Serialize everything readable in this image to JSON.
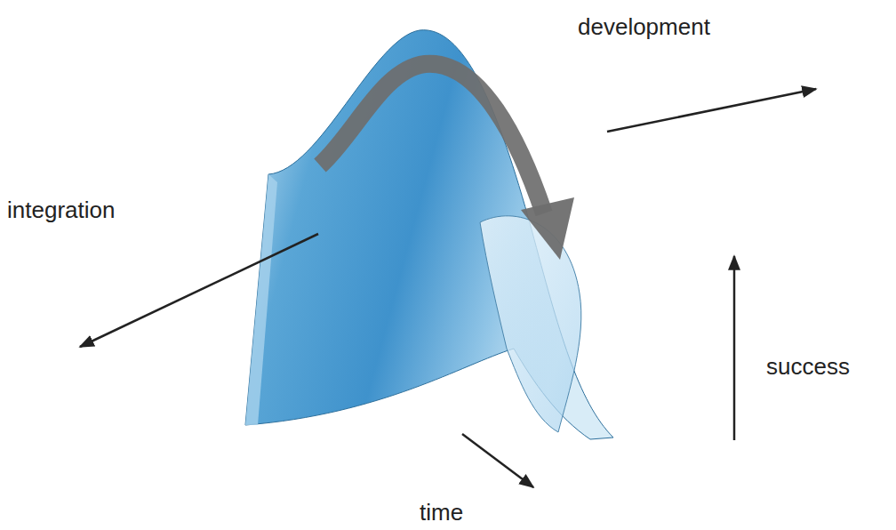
{
  "diagram": {
    "labels": [
      "development",
      "integration",
      "success",
      "time"
    ]
  }
}
